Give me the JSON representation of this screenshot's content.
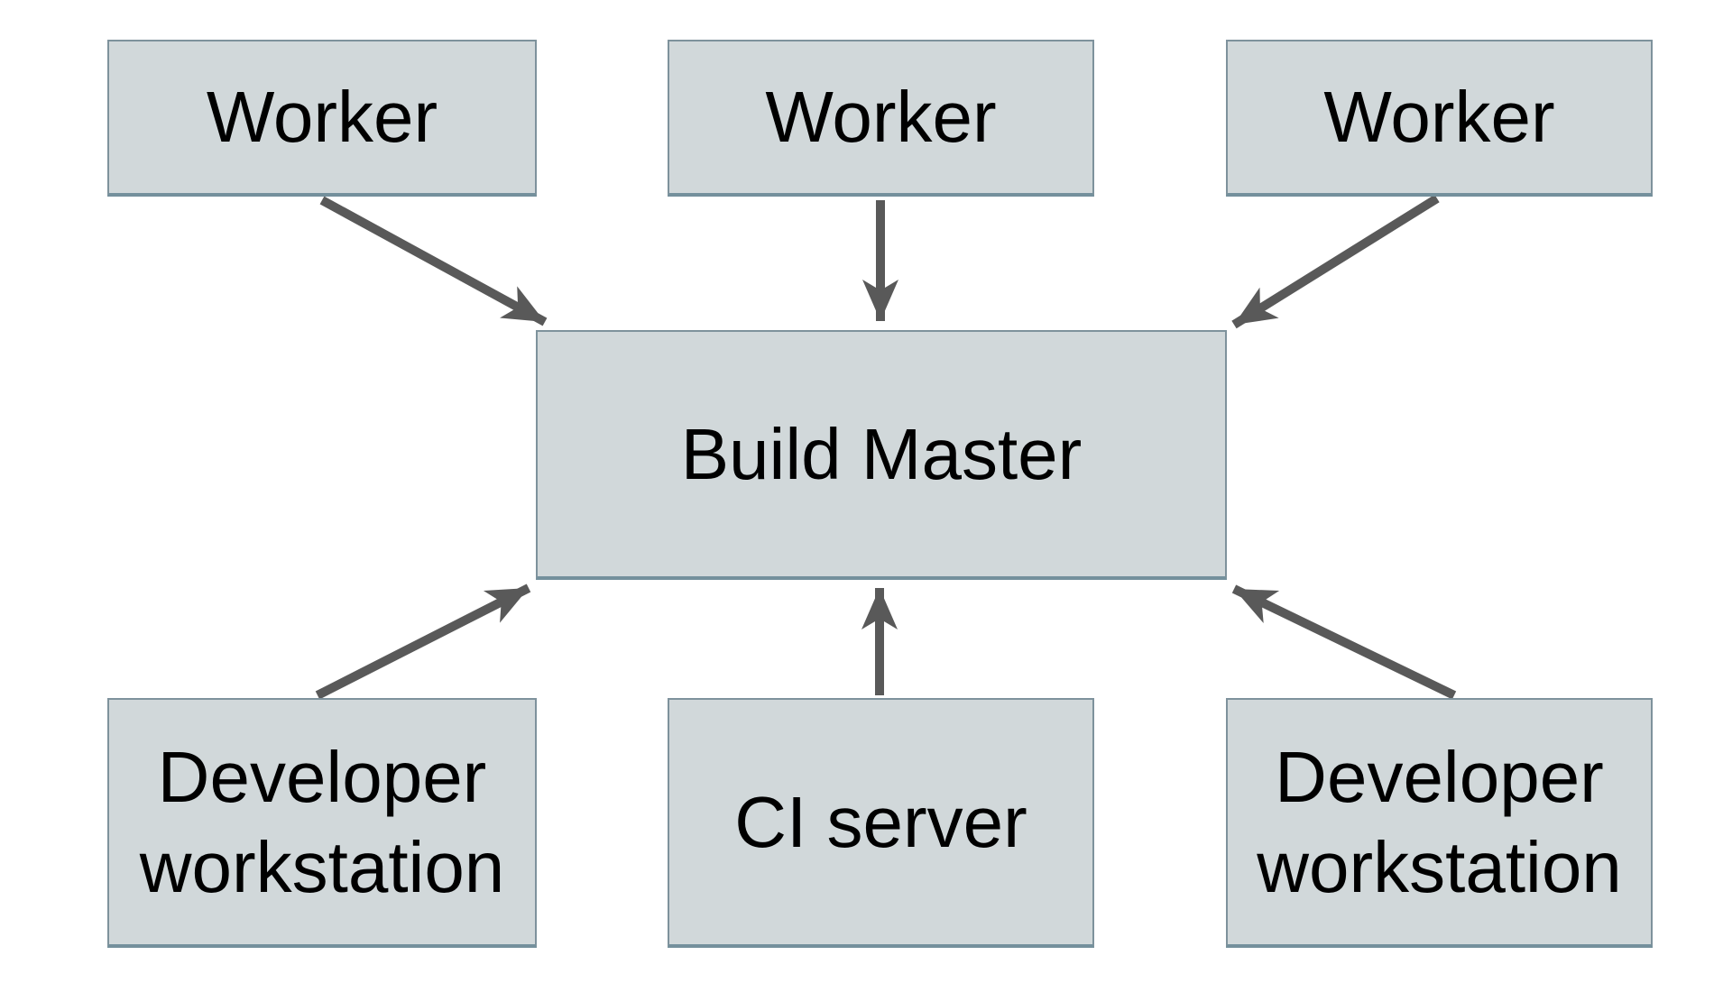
{
  "colors": {
    "background": "#ffffff",
    "box_fill": "#d1d8da",
    "box_border": "#7e929c",
    "box_border_dark": "#74909c",
    "arrow": "#595959",
    "text": "#000000"
  },
  "nodes": {
    "worker1": {
      "line1": "Worker"
    },
    "worker2": {
      "line1": "Worker"
    },
    "worker3": {
      "line1": "Worker"
    },
    "build_master": {
      "line1": "Build Master"
    },
    "dev_workstation_left": {
      "line1": "Developer",
      "line2": "workstation"
    },
    "ci_server": {
      "line1": "CI server"
    },
    "dev_workstation_right": {
      "line1": "Developer",
      "line2": "workstation"
    }
  },
  "edges": [
    {
      "from": "worker1",
      "to": "build_master"
    },
    {
      "from": "worker2",
      "to": "build_master"
    },
    {
      "from": "worker3",
      "to": "build_master"
    },
    {
      "from": "dev_workstation_left",
      "to": "build_master"
    },
    {
      "from": "ci_server",
      "to": "build_master"
    },
    {
      "from": "dev_workstation_right",
      "to": "build_master"
    }
  ]
}
